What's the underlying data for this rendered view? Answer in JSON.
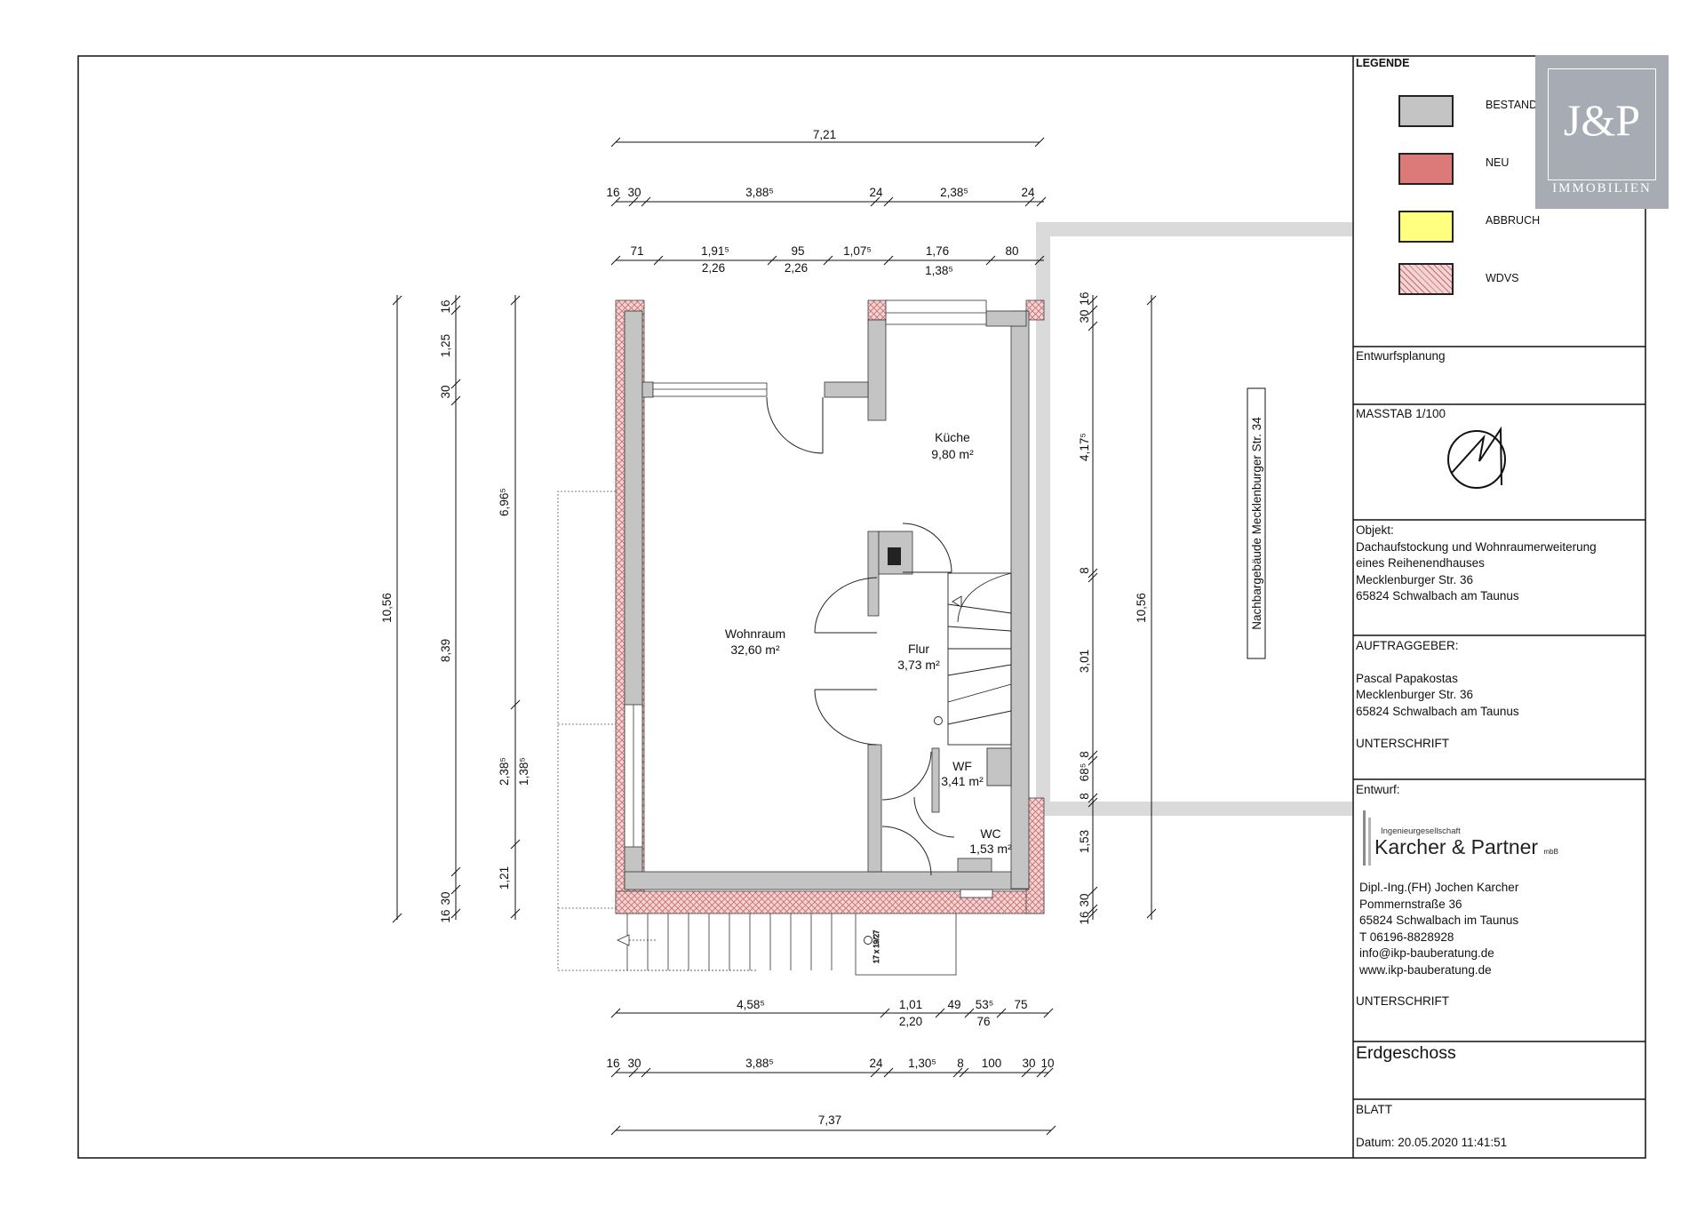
{
  "legend": {
    "title": "LEGENDE",
    "items": [
      {
        "label": "BESTAND",
        "color": "#c4c4c4"
      },
      {
        "label": "NEU",
        "color": "#dc7a7a"
      },
      {
        "label": "ABBRUCH",
        "color": "#ffff80"
      },
      {
        "label": "WDVS",
        "color": "#f3d4d4"
      }
    ]
  },
  "logo": {
    "mark": "J&P",
    "subtitle": "IMMOBILIEN",
    "background": "#a7abb3"
  },
  "title_block": {
    "phase": "Entwurfsplanung",
    "scale": "MASSTAB 1/100",
    "object_lines": [
      "Objekt:",
      "Dachaufstockung und Wohnraumerweiterung",
      "eines Reihenendhauses",
      "Mecklenburger Str. 36",
      "65824 Schwalbach am Taunus"
    ],
    "client_heading": "AUFTRAGGEBER:",
    "client_lines": [
      "Pascal Papakostas",
      "Mecklenburger Str. 36",
      "65824 Schwalbach am Taunus"
    ],
    "client_signature": "UNTERSCHRIFT",
    "design_heading": "Entwurf:",
    "firm_small": "Ingenieurgesellschaft",
    "firm_name": "Karcher & Partner",
    "firm_suffix": "mbB",
    "designer_lines": [
      "Dipl.-Ing.(FH) Jochen Karcher",
      "Pommernstraße 36",
      "65824 Schwalbach im Taunus",
      "T 06196-8828928",
      "info@ikp-bauberatung.de",
      "www.ikp-bauberatung.de"
    ],
    "designer_signature": "UNTERSCHRIFT",
    "floor": "Erdgeschoss",
    "sheet_label": "BLATT",
    "date": "Datum: 20.05.2020 11:41:51"
  },
  "rooms": [
    {
      "name": "Küche",
      "area": "9,80 m²"
    },
    {
      "name": "Wohnraum",
      "area": "32,60 m²"
    },
    {
      "name": "Flur",
      "area": "3,73 m²"
    },
    {
      "name": "WF",
      "area": "3,41 m²"
    },
    {
      "name": "WC",
      "area": "1,53 m²"
    }
  ],
  "neighbor_label": "Nachbargebäude Mecklenburger Str. 34",
  "stair_note": "17 x 19/27",
  "dimensions": {
    "top_total": "7,21",
    "top_row1": [
      "16",
      "30",
      "3,88⁵",
      "24",
      "2,38⁵",
      "24"
    ],
    "top_row2": [
      "71",
      "1,91⁵",
      "95",
      "1,07⁵",
      "1,76",
      "80"
    ],
    "top_row2_sub": [
      "2,26",
      "2,26",
      "1,38⁵"
    ],
    "left_total": "10,56",
    "left_mid": [
      "16",
      "1,25",
      "30",
      "8,39",
      "16",
      "30"
    ],
    "left_inner": [
      "6,96⁵",
      "2,38⁵",
      "1,38⁵",
      "1,21"
    ],
    "right_chain": [
      "30",
      "16",
      "4,17⁵",
      "8",
      "3,01",
      "8",
      "68⁵",
      "8",
      "1,53",
      "30",
      "16"
    ],
    "right_total": "10,56",
    "bottom_row1": [
      "4,58⁵",
      "1,01",
      "49",
      "53⁵",
      "75"
    ],
    "bottom_row1_sub": [
      "2,20",
      "76"
    ],
    "bottom_row2": [
      "16",
      "30",
      "3,88⁵",
      "24",
      "1,30⁵",
      "8",
      "100",
      "30",
      "10"
    ],
    "bottom_total": "7,37"
  }
}
